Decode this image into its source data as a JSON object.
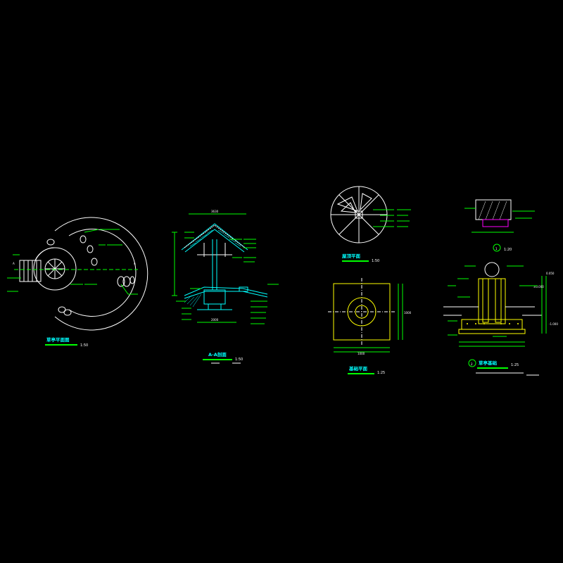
{
  "colors": {
    "background": "#000000",
    "line_white": "#ffffff",
    "line_green": "#00ff00",
    "line_yellow": "#ffff00",
    "line_cyan": "#00ffff",
    "title_underline": "#00ff00"
  },
  "drawings": {
    "plan": {
      "title": "草亭平面图",
      "scale": "1:50",
      "section_mark_left": "A",
      "section_mark_right": "A"
    },
    "section": {
      "title": "A-A剖面",
      "scale": "1:50"
    },
    "roof_plan": {
      "title": "屋顶平面",
      "scale": "1:50"
    },
    "foundation_plan": {
      "title": "基础平面",
      "scale": "1:25"
    },
    "foundation_detail": {
      "title": "草亭基础",
      "scale": "1:25",
      "detail_no": "2"
    },
    "detail_1": {
      "detail_no": "1",
      "scale": "1:20"
    }
  },
  "dimensions": {
    "section_top": "3630",
    "section_base": "2000",
    "foundation_width": "1000",
    "foundation_height": "1000",
    "foundation_level_top": "0.050",
    "foundation_level_mid": "±0.000",
    "foundation_level_bottom": "-1.000"
  }
}
